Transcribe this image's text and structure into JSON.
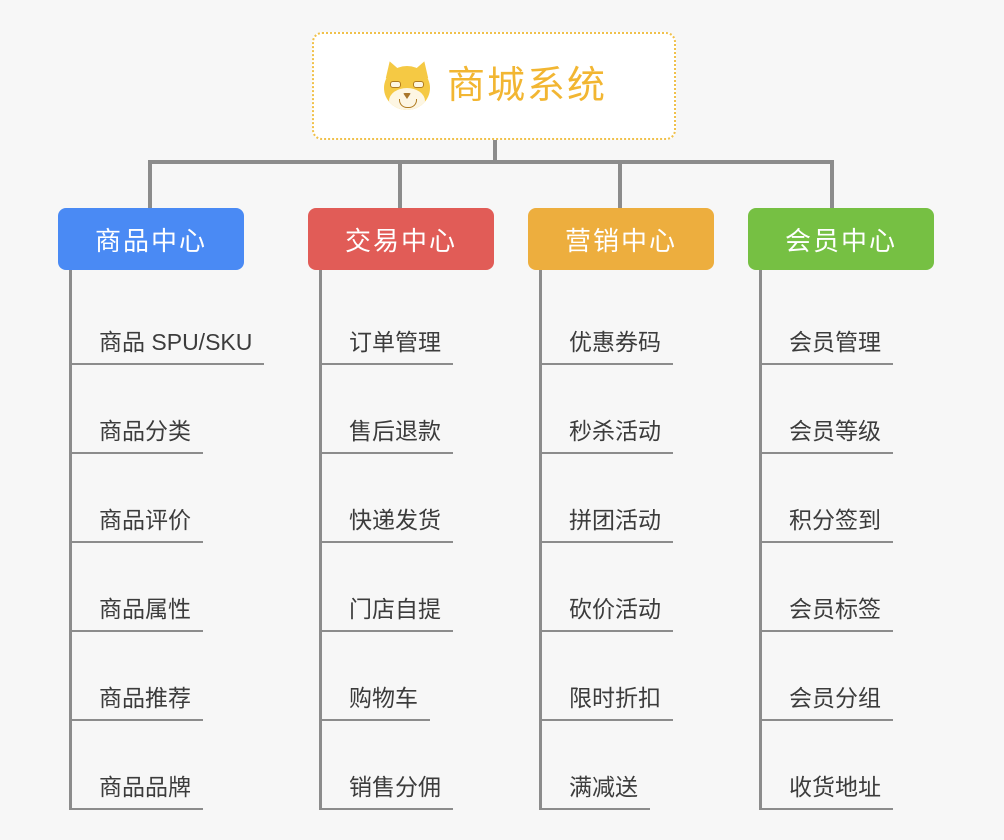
{
  "root": {
    "title": "商城系统",
    "icon": "shiba-dog-face-icon",
    "border_color": "#f0c14b",
    "text_color": "#f2b632"
  },
  "connectors": {
    "color": "#8c8c8c"
  },
  "background_color": "#f7f7f7",
  "columns": [
    {
      "id": "product-center",
      "title": "商品中心",
      "color": "#4a8af4",
      "items": [
        "商品 SPU/SKU",
        "商品分类",
        "商品评价",
        "商品属性",
        "商品推荐",
        "商品品牌"
      ]
    },
    {
      "id": "trade-center",
      "title": "交易中心",
      "color": "#e15c57",
      "items": [
        "订单管理",
        "售后退款",
        "快递发货",
        "门店自提",
        "购物车",
        "销售分佣"
      ]
    },
    {
      "id": "marketing-center",
      "title": "营销中心",
      "color": "#edae3e",
      "items": [
        "优惠券码",
        "秒杀活动",
        "拼团活动",
        "砍价活动",
        "限时折扣",
        "满减送"
      ]
    },
    {
      "id": "member-center",
      "title": "会员中心",
      "color": "#76c043",
      "items": [
        "会员管理",
        "会员等级",
        "积分签到",
        "会员标签",
        "会员分组",
        "收货地址"
      ]
    }
  ]
}
